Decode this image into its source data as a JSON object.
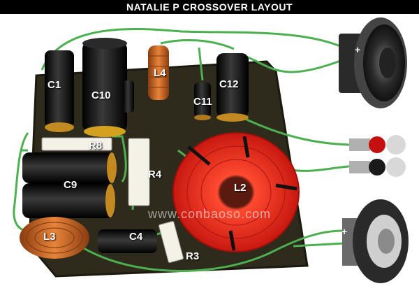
{
  "title": "NATALIE P CROSSOVER LAYOUT",
  "watermark": "www.conbaoso.com",
  "components": {
    "c1": "C1",
    "c10": "C10",
    "l4": "L4",
    "c11": "C11",
    "c12": "C12",
    "r8": "R8",
    "r4": "R4",
    "c9": "C9",
    "l2": "L2",
    "l3": "L3",
    "c4": "C4",
    "r3": "R3"
  },
  "terminals": {
    "woofer_plus": "+",
    "tweeter_plus": "+"
  },
  "colors": {
    "board": "#2e2a1c",
    "wire": "#4caf50",
    "copper_coil": "#d2691e",
    "red_coil": "#e0251b",
    "capacitor": "#1a1a1a"
  }
}
